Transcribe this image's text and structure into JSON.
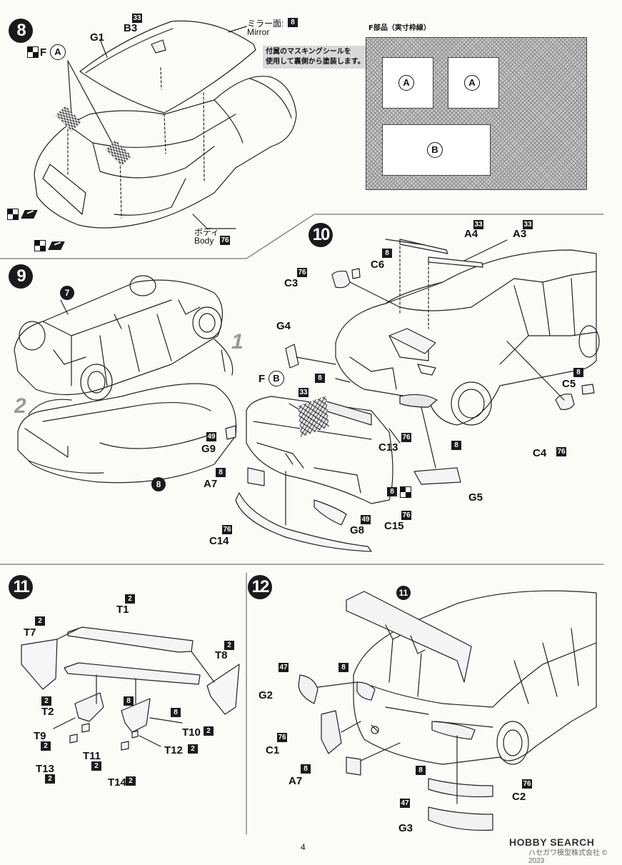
{
  "page_number": "4",
  "watermark": "HOBBY SEARCH",
  "copyright": "ハセガワ模型株式会社 © 2023",
  "step8": {
    "number": "8",
    "parts": {
      "g1": "G1",
      "b3": "B3",
      "b3_color": "33",
      "mirror_face_jp": "ミラー面:",
      "mirror_color": "8",
      "mirror_en": "Mirror",
      "masking_note_line1": "付属のマスキングシールを",
      "masking_note_line2": "使用して裏側から塗装します。",
      "f_label": "F",
      "f_letter": "A",
      "body_jp": "ボディ",
      "body_en": "Body",
      "body_color": "76"
    },
    "decal_sheet": {
      "title": "F部品（実寸枠線）",
      "piece1": "A",
      "piece2": "A",
      "piece3": "B"
    }
  },
  "step9": {
    "number": "9",
    "ref_top": "7",
    "ref_bottom": "8",
    "arrow1": "1",
    "arrow2": "2"
  },
  "step10": {
    "number": "10",
    "parts": [
      {
        "id": "A4",
        "color": "33"
      },
      {
        "id": "A3",
        "color": "33"
      },
      {
        "id": "C6",
        "color": "8"
      },
      {
        "id": "C3",
        "color": "76"
      },
      {
        "id": "G4",
        "color": ""
      },
      {
        "id": "C5",
        "color": "8"
      },
      {
        "id": "C4",
        "color": "76"
      },
      {
        "id": "C13",
        "color": "76"
      },
      {
        "id": "G9",
        "color": "49"
      },
      {
        "id": "A7",
        "color": "8"
      },
      {
        "id": "G5",
        "color": ""
      },
      {
        "id": "C15",
        "color": "76"
      },
      {
        "id": "G8",
        "color": "49"
      },
      {
        "id": "C14",
        "color": "76"
      }
    ],
    "f_label": "F",
    "f_letter": "B",
    "grille_color": "33",
    "fog_color": "8",
    "hl_color": "8",
    "c15_paint_color": "8",
    "g5_color": "8"
  },
  "step11": {
    "number": "11",
    "parts": [
      {
        "id": "T1",
        "color": "2"
      },
      {
        "id": "T7",
        "color": "2"
      },
      {
        "id": "T8",
        "color": "2"
      },
      {
        "id": "T2",
        "color": "2"
      },
      {
        "id": "T9",
        "color": "2"
      },
      {
        "id": "T10",
        "color": "2"
      },
      {
        "id": "T11",
        "color": "2"
      },
      {
        "id": "T12",
        "color": "2"
      },
      {
        "id": "T13",
        "color": "2"
      },
      {
        "id": "T14",
        "color": "2"
      }
    ],
    "stay_color_left": "8",
    "stay_color_right": "8"
  },
  "step12": {
    "number": "12",
    "ref": "11",
    "parts": [
      {
        "id": "G2",
        "color": "47"
      },
      {
        "id": "C1",
        "color": "76"
      },
      {
        "id": "A7",
        "color": "8"
      },
      {
        "id": "C2",
        "color": "76"
      },
      {
        "id": "G3",
        "color": "47"
      }
    ],
    "tail_color": "8",
    "rear_color": "8"
  }
}
